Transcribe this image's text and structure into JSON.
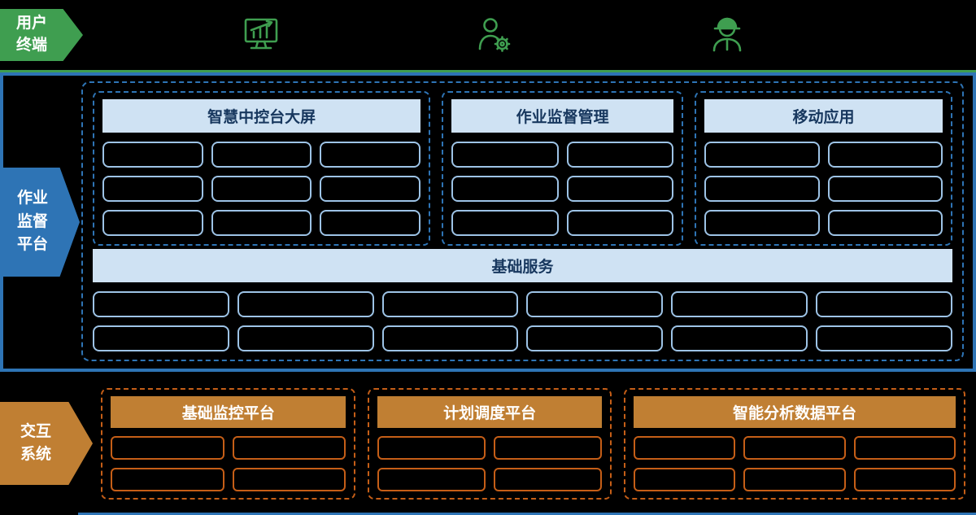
{
  "colors": {
    "background": "#000000",
    "green": "#3f9e50",
    "blue": "#2e74b5",
    "cell_blue": "#9dc3e6",
    "header_blue_bg": "#cfe2f3",
    "header_blue_text": "#17375e",
    "orange": "#c07f33",
    "orange_border": "#c55e17"
  },
  "user_terminal": {
    "label_lines": [
      "用户",
      "终端"
    ],
    "icons": [
      "dashboard-monitor-icon",
      "operator-person-icon",
      "worker-helmet-icon"
    ]
  },
  "platform": {
    "label_lines": [
      "作业",
      "监督",
      "平台"
    ],
    "groups": [
      {
        "title": "智慧中控台大屏",
        "grid": {
          "rows": 3,
          "cols": 3
        }
      },
      {
        "title": "作业监督管理",
        "grid": {
          "rows": 3,
          "cols": 2
        }
      },
      {
        "title": "移动应用",
        "grid": {
          "rows": 3,
          "cols": 2
        }
      }
    ],
    "base_service": {
      "title": "基础服务",
      "grid": {
        "rows": 2,
        "cols": 6
      }
    }
  },
  "interaction": {
    "label_lines": [
      "交互",
      "系统"
    ],
    "groups": [
      {
        "title": "基础监控平台",
        "grid": {
          "rows": 2,
          "cols": 2
        }
      },
      {
        "title": "计划调度平台",
        "grid": {
          "rows": 2,
          "cols": 2
        }
      },
      {
        "title": "智能分析数据平台",
        "grid": {
          "rows": 2,
          "cols": 3
        }
      }
    ]
  }
}
